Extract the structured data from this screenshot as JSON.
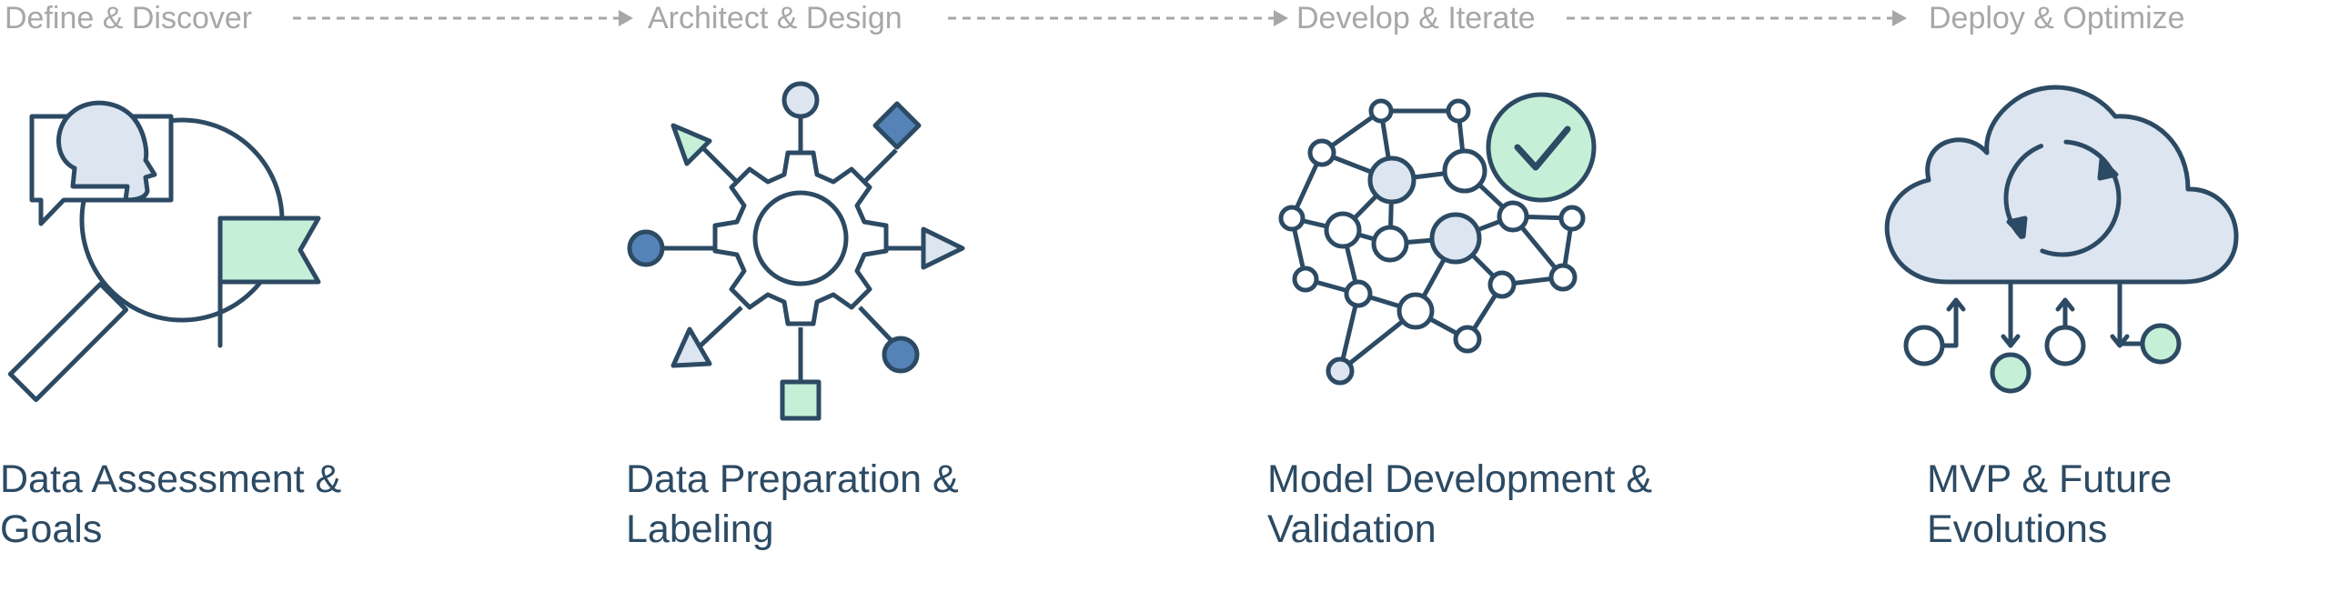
{
  "phases": [
    {
      "label": "Define & Discover"
    },
    {
      "label": "Architect & Design"
    },
    {
      "label": "Develop & Iterate"
    },
    {
      "label": "Deploy & Optimize"
    }
  ],
  "steps": [
    {
      "title": "Data Assessment &\nGoals",
      "icon": "magnifier-head-flag-icon"
    },
    {
      "title": "Data Preparation &\nLabeling",
      "icon": "gear-with-shapes-icon"
    },
    {
      "title": "Model Development &\nValidation",
      "icon": "neural-network-check-icon"
    },
    {
      "title": "MVP & Future\nEvolutions",
      "icon": "cloud-deploy-icon"
    }
  ],
  "colors": {
    "stroke": "#2c4a63",
    "light_blue": "#dce5f0",
    "mint": "#c6efd8",
    "blue": "#5583b8",
    "phase_gray": "#a7a7a7"
  }
}
